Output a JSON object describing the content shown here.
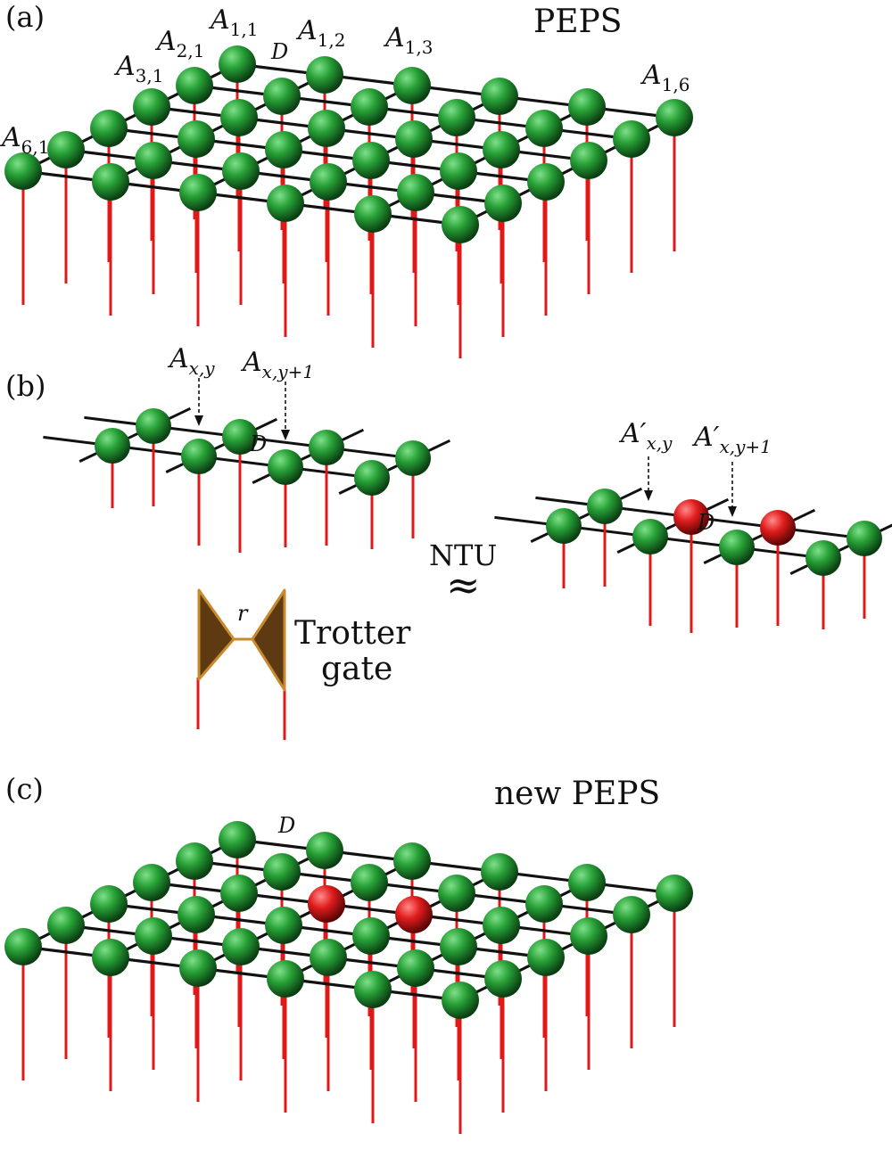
{
  "panels": {
    "a": {
      "label": "(a)",
      "title": "PEPS",
      "bond_label": "D",
      "site_labels": [
        {
          "main": "A",
          "sub": "1,1"
        },
        {
          "main": "A",
          "sub": "2,1"
        },
        {
          "main": "A",
          "sub": "3,1"
        },
        {
          "main": "A",
          "sub": "6,1"
        },
        {
          "main": "A",
          "sub": "1,2"
        },
        {
          "main": "A",
          "sub": "1,3"
        },
        {
          "main": "A",
          "sub": "1,6"
        }
      ],
      "grid": {
        "rows": 6,
        "cols": 6
      }
    },
    "b": {
      "label": "(b)",
      "bond_label": "D",
      "left_arrows": [
        {
          "main": "A",
          "sub": "x,y"
        },
        {
          "main": "A",
          "sub": "x,y+1"
        }
      ],
      "right_arrows": [
        {
          "main": "A′",
          "sub": "x,y"
        },
        {
          "main": "A′",
          "sub": "x,y+1"
        }
      ],
      "gate_bond": "r",
      "gate_label_line1": "Trotter",
      "gate_label_line2": "gate",
      "approx_label": "NTU",
      "approx_symbol": "≈"
    },
    "c": {
      "label": "(c)",
      "title": "new PEPS",
      "bond_label": "D",
      "grid": {
        "rows": 6,
        "cols": 6
      },
      "updated_sites": [
        [
          2,
          2
        ],
        [
          2,
          3
        ]
      ]
    }
  },
  "colors": {
    "site": "#1f8a2c",
    "updated_site": "#d01818",
    "physical_leg": "#e01818",
    "bond": "#111111",
    "gate_fill": "#5e3a12",
    "gate_stroke": "#c98a2e"
  }
}
